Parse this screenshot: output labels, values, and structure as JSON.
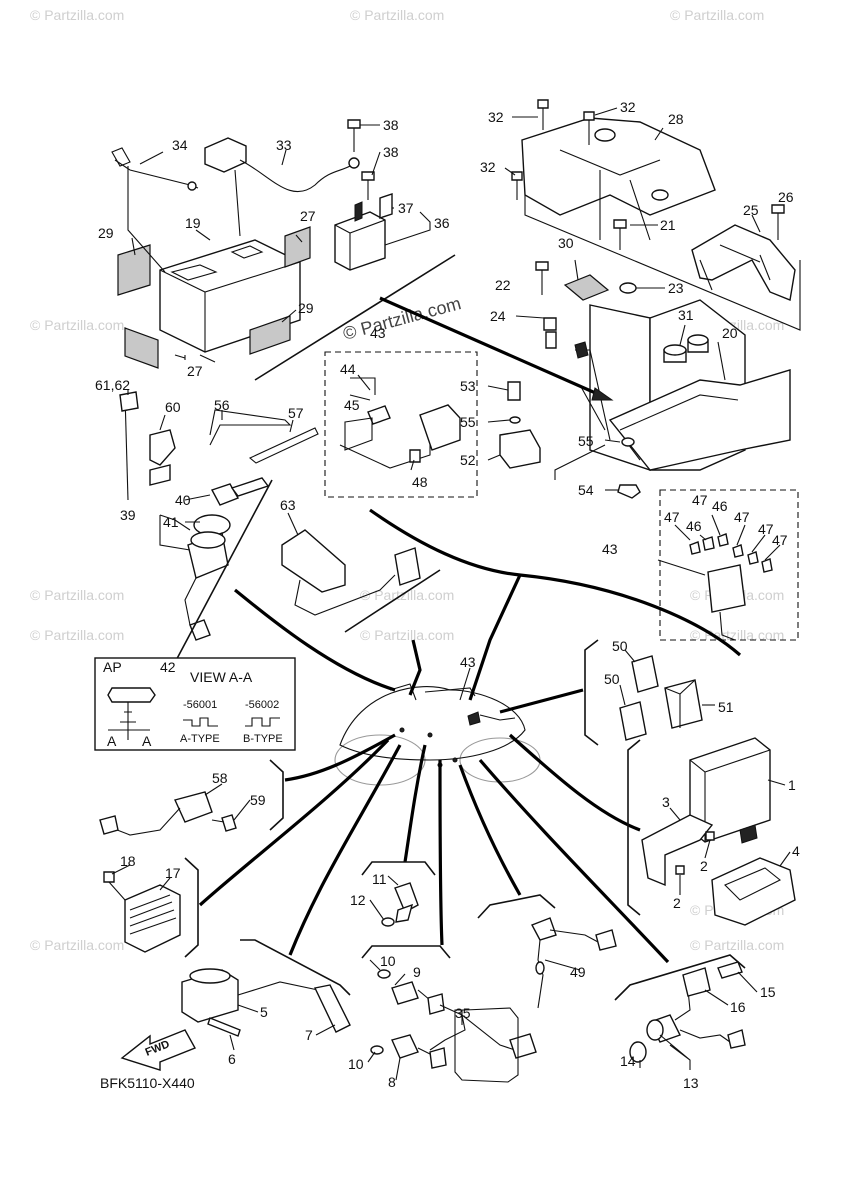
{
  "watermarks": {
    "tile": "© Partzilla.com",
    "center": "© Partzilla.com"
  },
  "drawing_code": "BFK5110-X440",
  "fwd_label": "FWD",
  "key_view": {
    "ap": "AP",
    "key_no": "42",
    "title": "VIEW A-A",
    "code1": "-56001",
    "code2": "-56002",
    "type1": "A-TYPE",
    "type2": "B-TYPE",
    "sec1": "A",
    "sec2": "A"
  },
  "callouts": {
    "c1": "1",
    "c2a": "2",
    "c2b": "2",
    "c3": "3",
    "c4": "4",
    "c5": "5",
    "c6": "6",
    "c7": "7",
    "c8": "8",
    "c9": "9",
    "c10a": "10",
    "c10b": "10",
    "c11": "11",
    "c12": "12",
    "c13": "13",
    "c14": "14",
    "c15": "15",
    "c16": "16",
    "c17": "17",
    "c18": "18",
    "c19": "19",
    "c20": "20",
    "c21": "21",
    "c22": "22",
    "c23": "23",
    "c24": "24",
    "c25": "25",
    "c26": "26",
    "c27a": "27",
    "c27b": "27",
    "c28": "28",
    "c29a": "29",
    "c29b": "29",
    "c30": "30",
    "c31": "31",
    "c32a": "32",
    "c32b": "32",
    "c32c": "32",
    "c33": "33",
    "c34": "34",
    "c35": "35",
    "c36": "36",
    "c37": "37",
    "c38a": "38",
    "c38b": "38",
    "c39": "39",
    "c40": "40",
    "c41": "41",
    "c43a": "43",
    "c43b": "43",
    "c43c": "43",
    "c44": "44",
    "c45": "45",
    "c46a": "46",
    "c46b": "46",
    "c47a": "47",
    "c47b": "47",
    "c47c": "47",
    "c47d": "47",
    "c47e": "47",
    "c48": "48",
    "c49": "49",
    "c50a": "50",
    "c50b": "50",
    "c51": "51",
    "c52": "52",
    "c53": "53",
    "c54": "54",
    "c55a": "55",
    "c55b": "55",
    "c56": "56",
    "c57": "57",
    "c58": "58",
    "c59": "59",
    "c60": "60",
    "c6162": "61,62",
    "c63": "63"
  }
}
